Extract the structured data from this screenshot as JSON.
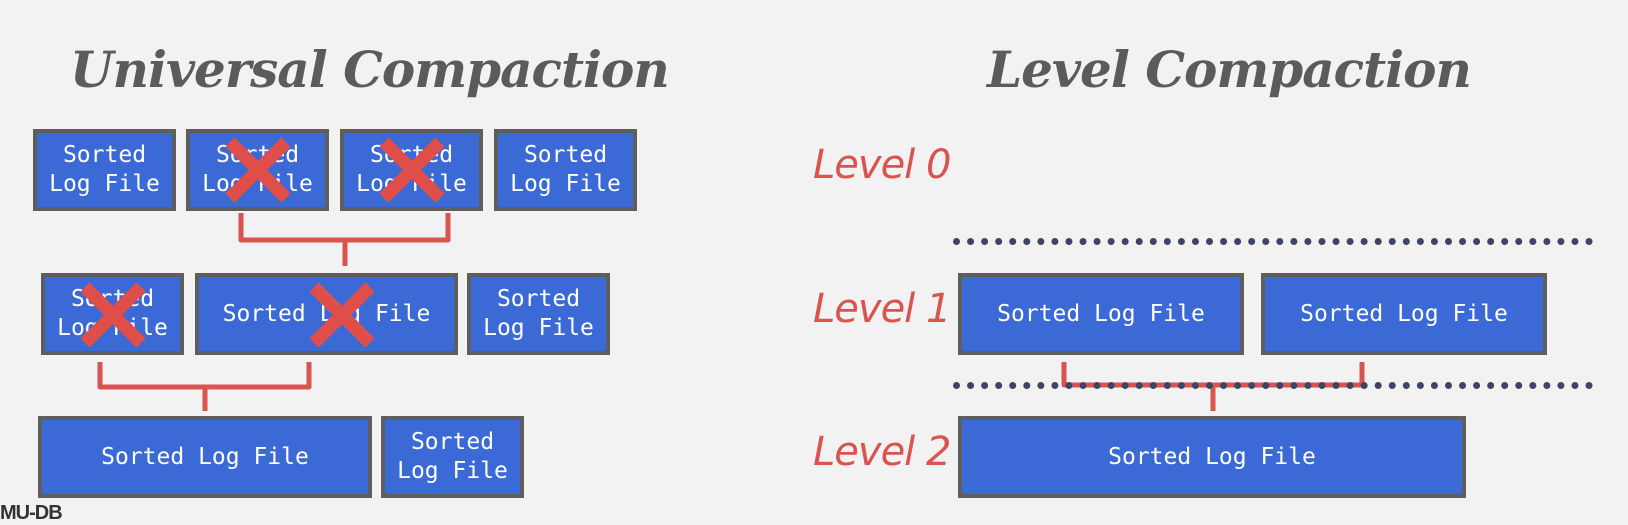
{
  "universal": {
    "title": "Universal Compaction",
    "rows": [
      [
        "Sorted Log File",
        "Sorted Log File",
        "Sorted Log File",
        "Sorted Log File"
      ],
      [
        "Sorted Log File",
        "Sorted Log File",
        "Sorted Log File"
      ],
      [
        "Sorted Log File",
        "Sorted Log File"
      ]
    ]
  },
  "level": {
    "title": "Level Compaction",
    "levels": [
      "Level 0",
      "Level 1",
      "Level 2"
    ],
    "files": {
      "level1": [
        "Sorted Log File",
        "Sorted Log File"
      ],
      "level2": [
        "Sorted Log File"
      ]
    }
  },
  "footer": "MU-DB",
  "colors": {
    "box_fill": "#3b6ad6",
    "box_border": "#5e5e5e",
    "accent_red": "#d9534f",
    "dotted_line": "#3e4466",
    "title_gray": "#5b5b5b"
  }
}
